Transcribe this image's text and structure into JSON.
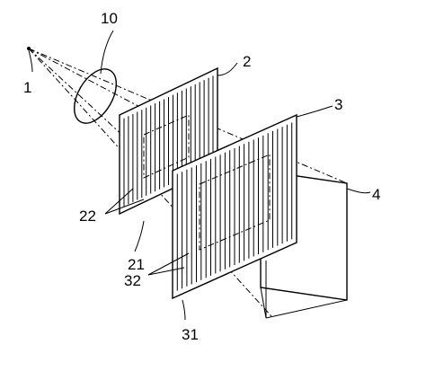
{
  "figure": {
    "labels": {
      "light_source": "1",
      "lens": "10",
      "grating_first": "2",
      "grating_second": "3",
      "screen": "4",
      "slits_first": "22",
      "substrate_first": "21",
      "slits_second": "32",
      "substrate_second": "31"
    },
    "colors": {
      "ink": "#000000",
      "paper": "#ffffff"
    }
  }
}
